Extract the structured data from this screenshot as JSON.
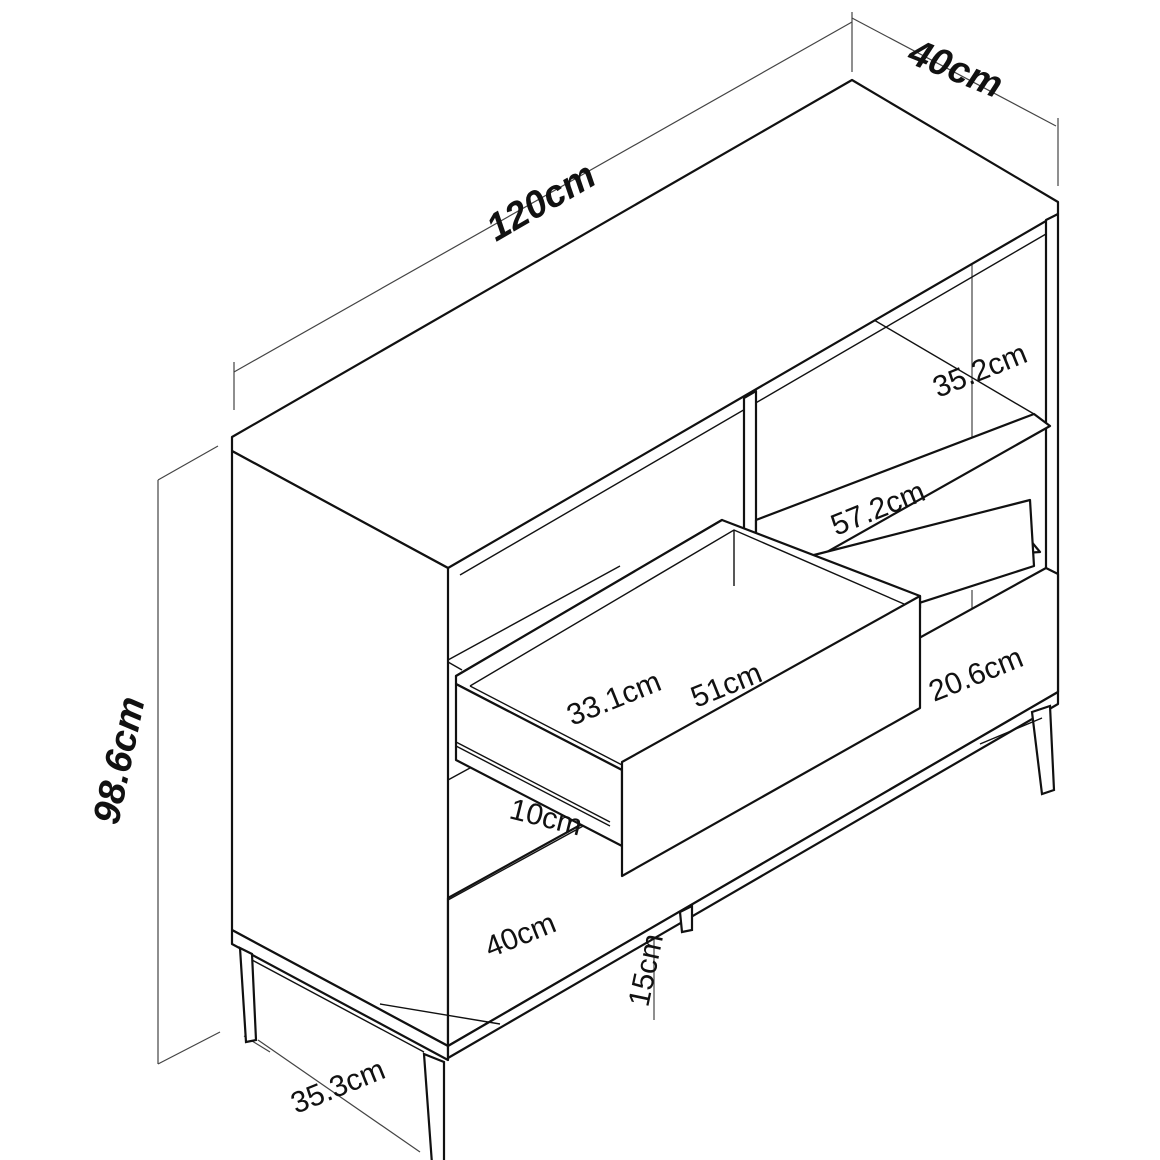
{
  "dimensions": {
    "width": "120cm",
    "depth": "40cm",
    "height": "98.6cm",
    "shelf_height": "35.2cm",
    "shelf_width": "57.2cm",
    "lower_height": "20.6cm",
    "drawer_depth": "33.1cm",
    "drawer_width": "51cm",
    "drawer_height": "10cm",
    "compartment_depth": "40cm",
    "leg_height": "15cm",
    "side_depth": "35.3cm"
  }
}
